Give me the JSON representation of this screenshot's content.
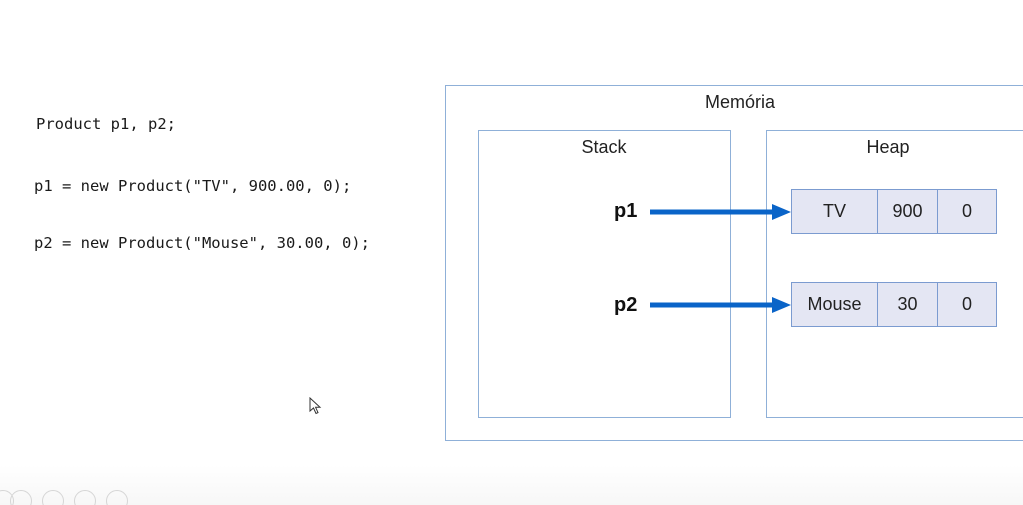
{
  "code": {
    "line1": "Product p1, p2;",
    "line2": "p1 = new Product(\"TV\", 900.00, 0);",
    "line3": "p2 = new Product(\"Mouse\", 30.00, 0);"
  },
  "diagram": {
    "memory_title": "Memória",
    "stack_title": "Stack",
    "heap_title": "Heap",
    "references": [
      {
        "label": "p1"
      },
      {
        "label": "p2"
      }
    ],
    "objects": [
      {
        "cells": [
          "TV",
          "900",
          "0"
        ]
      },
      {
        "cells": [
          "Mouse",
          "30",
          "0"
        ]
      }
    ],
    "arrow_color": "#0a64c8",
    "border_color": "#8fb0d8",
    "cell_fill": "#e4e6f3"
  },
  "toolbar": {
    "icons": [
      "prev-icon",
      "pen-icon",
      "slides-icon",
      "zoom-icon",
      "more-icon"
    ]
  }
}
